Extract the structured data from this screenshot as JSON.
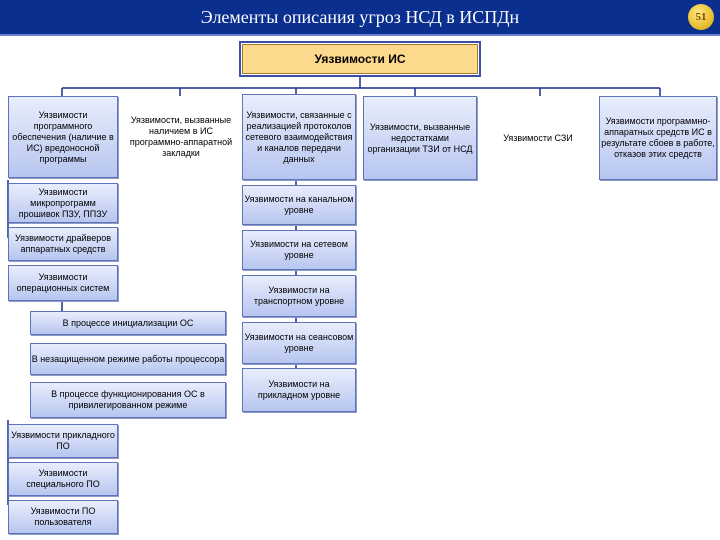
{
  "header": {
    "title": "Элементы описания угроз НСД в ИСПДн",
    "page_number": "51"
  },
  "diagram": {
    "root": "Уязвимости ИС",
    "level1": [
      "Уязвимости программного обеспечения (наличие в ИС) вредоносной программы",
      "Уязвимости, вызванные наличием в ИС программно-аппаратной закладки",
      "Уязвимости, связанные с реализацией протоколов сетевого взаимодействия и каналов передачи данных",
      "Уязвимости, вызванные недостатками организации ТЗИ от НСД",
      "Уязвимости СЗИ",
      "Уязвимости программно-аппаратных средств ИС в результате сбоев в работе, отказов этих средств"
    ],
    "software_children": [
      "Уязвимости микропрограмм прошивок ПЗУ, ППЗУ",
      "Уязвимости драйверов аппаратных средств",
      "Уязвимости операционных систем"
    ],
    "os_children": [
      "В процессе инициализации ОС",
      "В незащищенном режиме работы процессора",
      "В процессе функционирования ОС в привилегированном режиме"
    ],
    "software_more": [
      "Уязвимости прикладного ПО",
      "Уязвимости специального ПО",
      "Уязвимости ПО пользователя"
    ],
    "protocol_children": [
      "Уязвимости на канальном уровне",
      "Уязвимости на сетевом уровне",
      "Уязвимости на транспортном уровне",
      "Уязвимости на сеансовом уровне",
      "Уязвимости на прикладном уровне"
    ]
  }
}
